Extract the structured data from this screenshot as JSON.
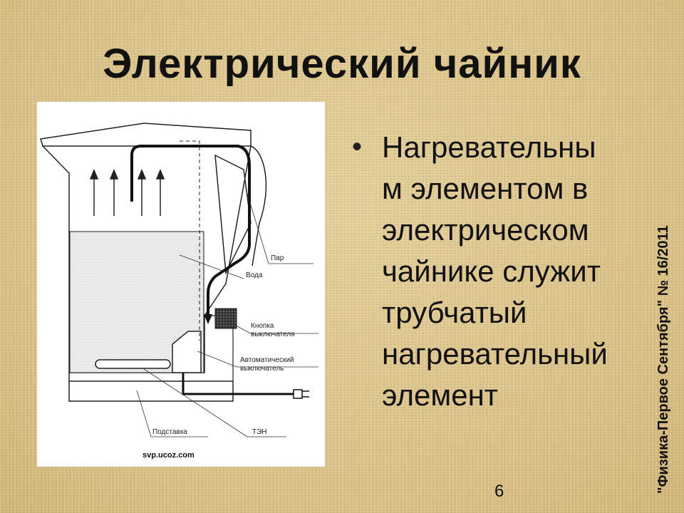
{
  "slide": {
    "title": "Электрический чайник",
    "bullet_text": "Нагревательны\nм элементом в\nэлектрическом\nчайнике служит\nтрубчатый\nнагревательный\nэлемент",
    "vertical_credit": "\"Физика-Первое Сентября\" № 16/2011",
    "page_number": "6"
  },
  "diagram": {
    "labels": {
      "steam": "Пар",
      "water": "Вода",
      "button_line1": "Кнопка",
      "button_line2": "выключателя",
      "auto_line1": "Автоматический",
      "auto_line2": "выключатель",
      "stand": "Подставка",
      "heater": "ТЭН"
    },
    "source": "svp.ucoz.com"
  },
  "colors": {
    "background": "#dcc58e",
    "text": "#111111"
  }
}
